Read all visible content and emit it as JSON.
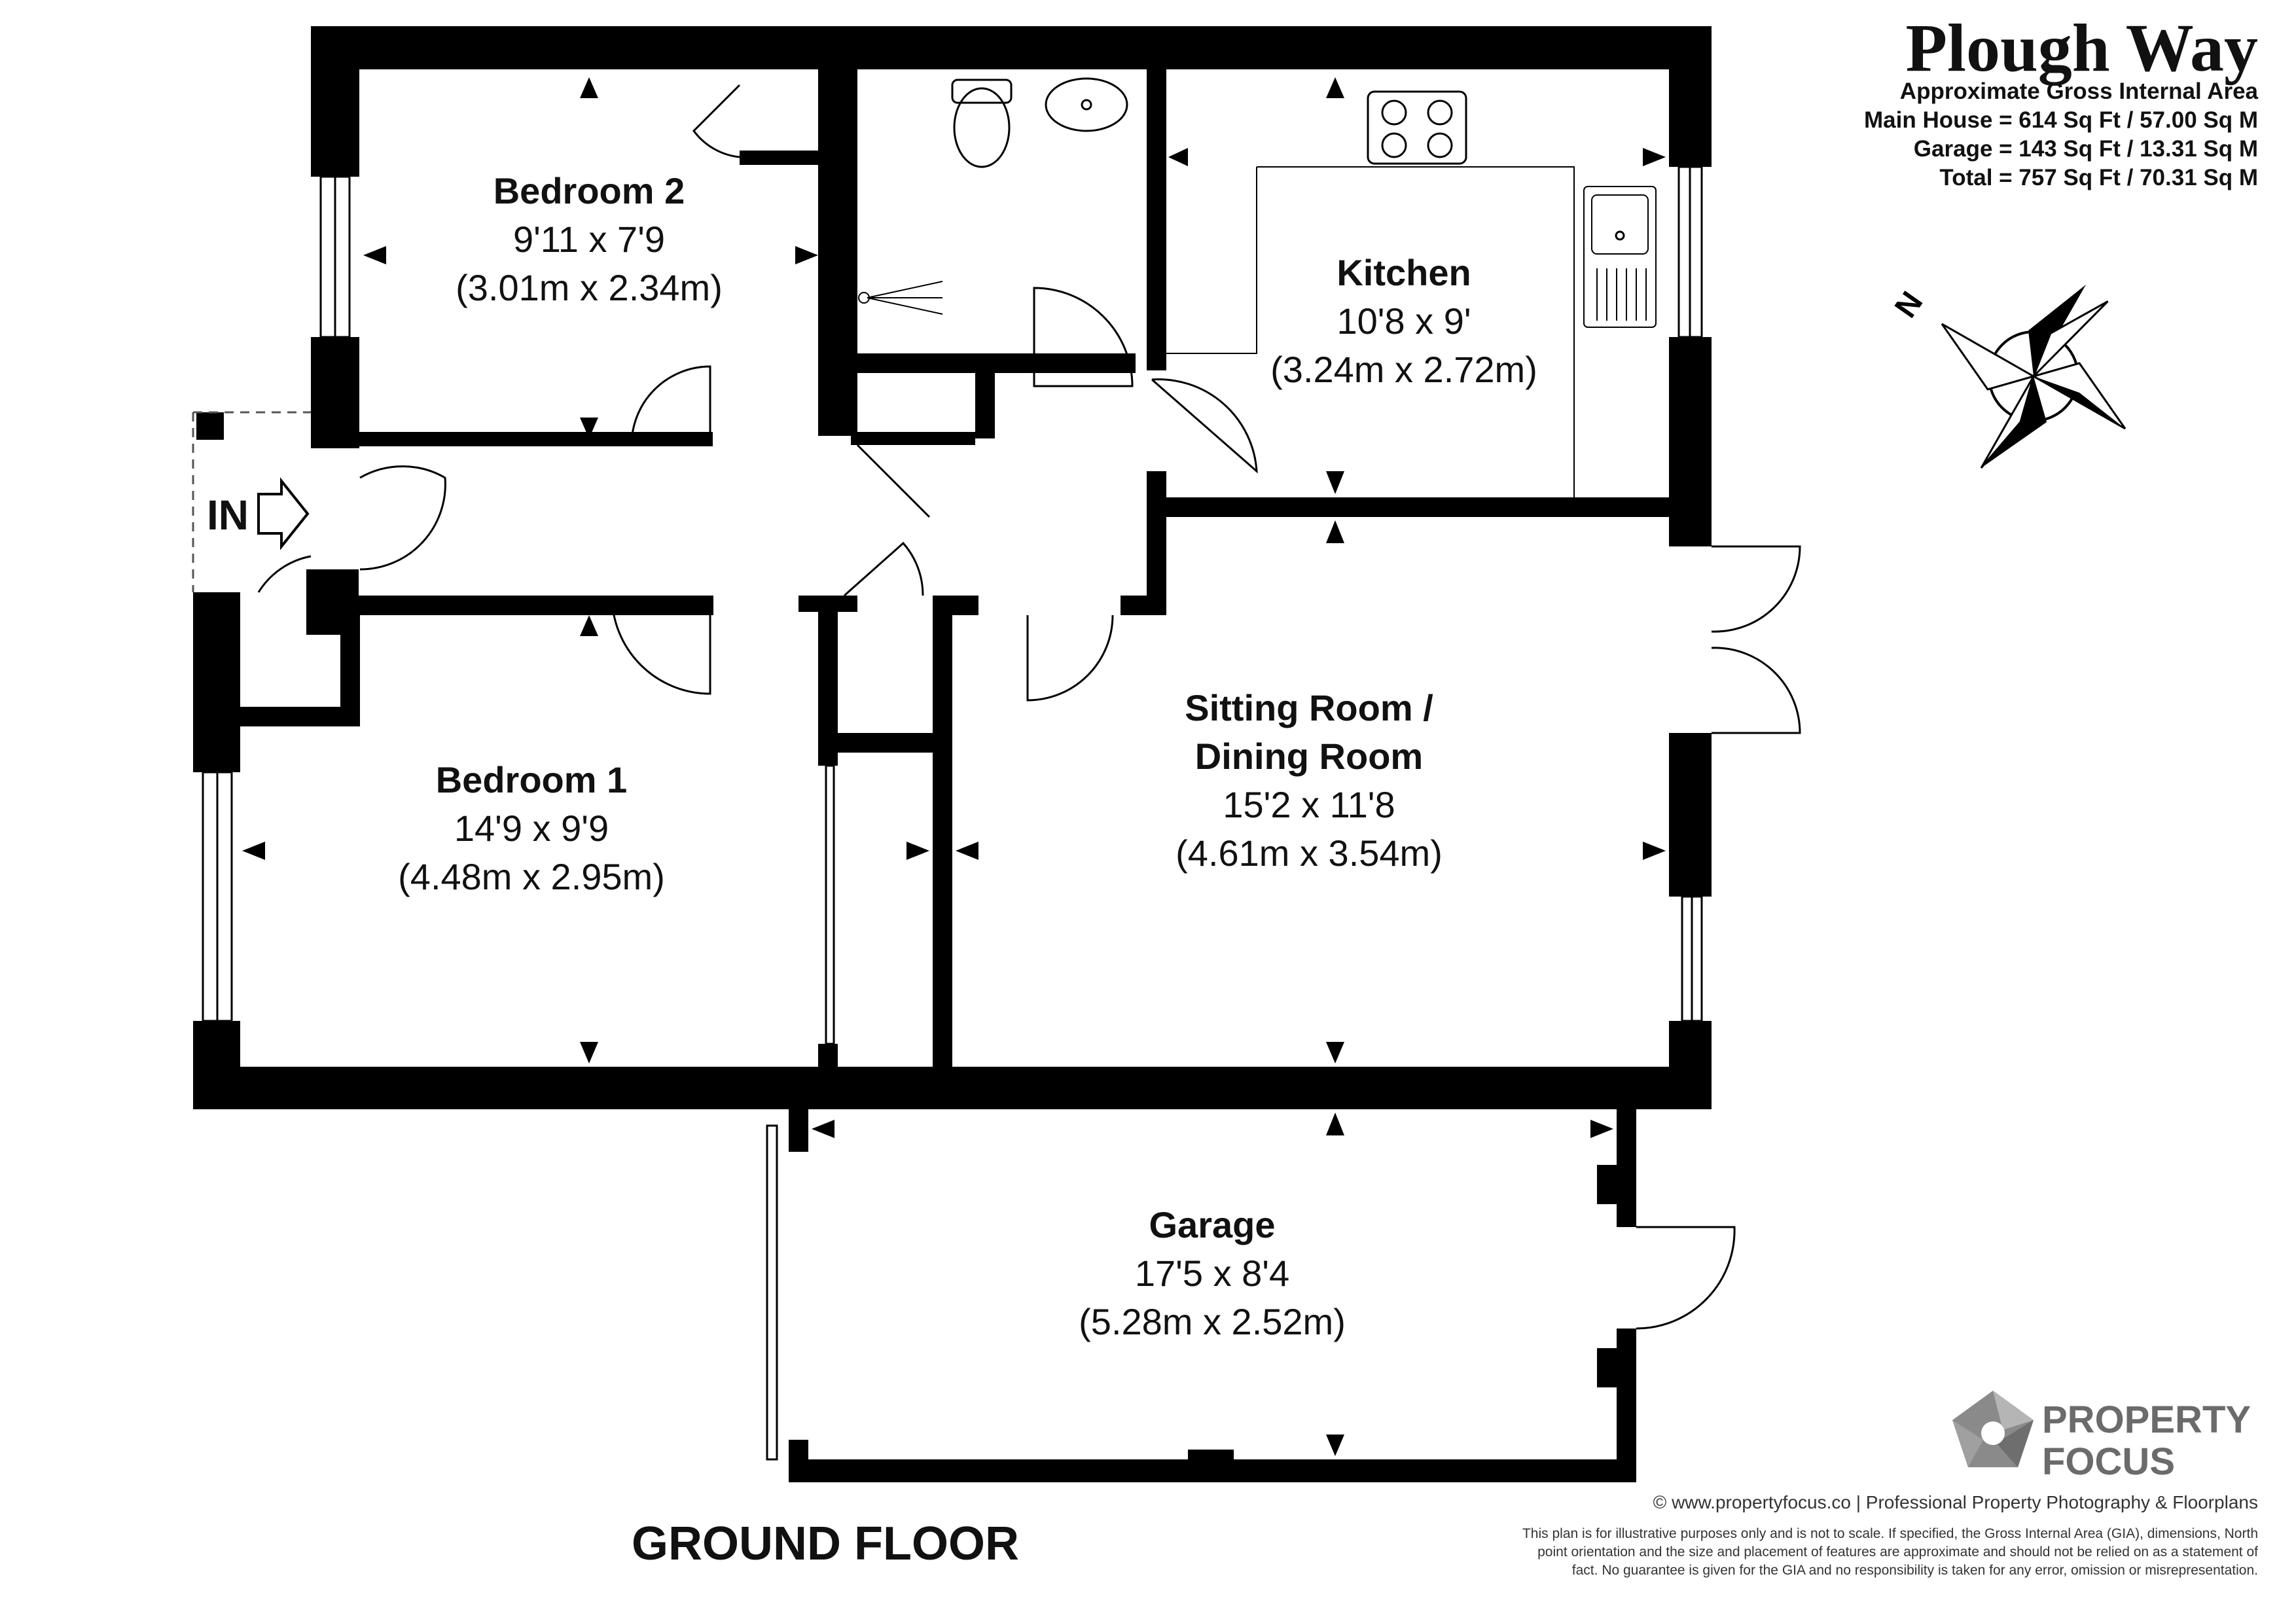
{
  "header": {
    "title": "Plough Way",
    "area_heading": "Approximate Gross Internal Area",
    "main_house": "Main House = 614 Sq Ft / 57.00 Sq M",
    "garage": "Garage = 143 Sq Ft / 13.31 Sq M",
    "total": "Total = 757 Sq Ft / 70.31 Sq M"
  },
  "compass": {
    "label": "N"
  },
  "entrance": {
    "label": "IN"
  },
  "rooms": {
    "bedroom2": {
      "name": "Bedroom 2",
      "imperial": "9'11 x 7'9",
      "metric": "(3.01m x 2.34m)"
    },
    "kitchen": {
      "name": "Kitchen",
      "imperial": "10'8 x 9'",
      "metric": "(3.24m x 2.72m)"
    },
    "bedroom1": {
      "name": "Bedroom 1",
      "imperial": "14'9 x 9'9",
      "metric": "(4.48m x 2.95m)"
    },
    "sitting": {
      "name_line1": "Sitting Room /",
      "name_line2": "Dining Room",
      "imperial": "15'2 x 11'8",
      "metric": "(4.61m x 3.54m)"
    },
    "garage": {
      "name": "Garage",
      "imperial": "17'5 x 8'4",
      "metric": "(5.28m x 2.52m)"
    }
  },
  "floor_label": "GROUND FLOOR",
  "brand": {
    "line1": "PROPERTY",
    "line2": "FOCUS"
  },
  "footer": {
    "credit": "© www.propertyfocus.co | Professional Property Photography & Floorplans",
    "disclaimer_1": "This plan is for illustrative purposes only and is not to scale. If specified, the Gross Internal Area (GIA), dimensions, North",
    "disclaimer_2": "point orientation and the size and placement of features are approximate and should not be relied on as a statement of",
    "disclaimer_3": "fact. No guarantee is given for the GIA and no responsibility is taken for any error, omission or misrepresentation."
  },
  "colors": {
    "wall": "#000000",
    "brand": "#6b6b6b",
    "text": "#111111"
  }
}
